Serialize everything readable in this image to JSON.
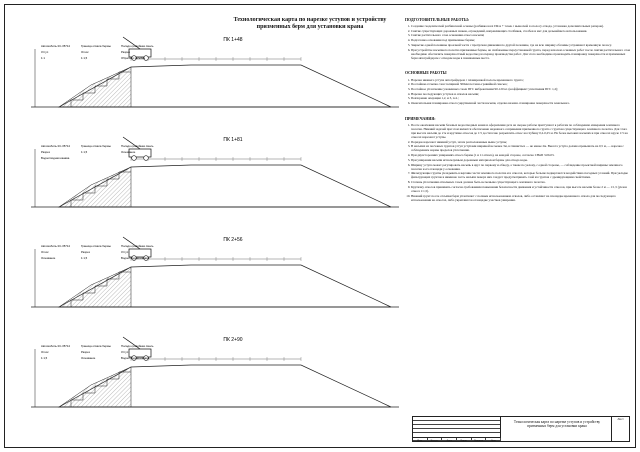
{
  "document": {
    "title": "Технологическая карта по нарезке уступов и устройству\nпризменных берм для установки крана",
    "sections": [
      {
        "pk": "ПК 1+48",
        "annotations": [
          "Автомобиль КС-35714",
          "Граница отвала бермы",
          "Посадо-гравийная смесь",
          "Уступ",
          "Откос",
          "Разрез",
          "1:1",
          "1:1,5",
          "Обратная засыпка"
        ]
      },
      {
        "pk": "ПК 1+81",
        "annotations": [
          "Автомобиль КС-35714",
          "Граница отвала бермы",
          "Посадо-гравийная смесь",
          "Разрез",
          "1:1,5",
          "Основание",
          "Водоотводная канава"
        ]
      },
      {
        "pk": "ПК 2+56",
        "annotations": [
          "Автомобиль КС-35714",
          "Граница отвала бермы",
          "Посадо-гравийная смесь",
          "Откос",
          "Разрез",
          "Уступ",
          "Основание",
          "1:1,5",
          "Водоотводная канава"
        ]
      },
      {
        "pk": "ПК 2+90",
        "annotations": [
          "Автомобиль КС-35714",
          "Граница отвала бермы",
          "Посадо-гравийная смесь",
          "Откос",
          "Разрез",
          "Уступ",
          "1:1,5",
          "Основание",
          "Водоотводная канава"
        ]
      }
    ],
    "prep_heading": "ПОДГОТОВИТЕЛЬНЫЕ РАБОТЫ:",
    "prep_items": [
      "Создание геодезической разбивочной основы (разбивка всех ПК и + точек с выноской за полосу отвода, установка дополнительных реперов).",
      "Снятие существующих дорожных знаков, ограждений, направляющих столбиков, столбов и мет для дальнейшего использования.",
      "Снятие растительного слоя основания откоса насыпи;",
      "Подготовка основания под призменные бермы;",
      "Закрытие одной половины проезжей части с пропуском движения по другой половине, где на всю ширину обочины устраивают временную полосу.",
      "При устройстве насыпного полотна призменные бермы, не снабжаемые переустановкой грунта, перед началом основных работ после снятия растительного слоя необходимо обеспечить поверхностный водоотвод на период производства работ. Для этого необходимо производить планировку поверхности и призменных берм автогрейдером с отводом воды в пониженные места."
    ],
    "main_heading": "ОСНОВНЫЕ РАБОТЫ",
    "main_items": [
      "Нарезка нижнего уступа автогрейдером с планировкой полосы временного грунта;",
      "Послойная отсыпка слоя толщиной 300мм песчано-гравийной смесью;",
      "Послойное уплотнение уложенных слоев ПГС виброкатками 90-120 кг. (коэффициент уплотнения ПГС 1,2);",
      "Нарезка последующих уступов и отвалов насыпи;",
      "Повторение операции 1,2, и 3, п.4.;",
      "Окончательная планировка откоса укрупненной части насыпи, отделка наземн. планировка поверхности земельного."
    ],
    "notes_heading": "ПРИМЕЧАНИЯ:",
    "notes_items": [
      "После окончания насыпи базовых водоотводных канав и оформления дета на скорые работы приступают к работам по соблюдению измерения земляного полотна. Нижний задачей при этом является обеспечение надежного сопряжения призменного грунта с грунтом существующего земляного полотна. Для этого при высоте насыпи до 2 м и крутизне откосов до 1:5 достаточно разрыхлить откос на глубину 0,2-0,25 м. На более высоких насыпях и при откосах круче 1:5 на откосах нарезают уступы.",
      "Порядок нарезают нижний уступ, затем расположенные выше уступы;",
      "В насыпях из песчаных грунтов уступ уступами шириной не менее 3м, в глинистых — не менее 2м. Высота уступа должна превышать на 0,5 м, — нарезка с соблюдением нормы пределов уплотнения.",
      "При двухсторонних уширениях откоса бермы (1 и 11 отвала), на каждой стороне, согласно СНиП 3.06.03.",
      "При уширении насыпи используемым дорожным материалом бермы для отвода воды.",
      "Ширину уступа может регулировать насыпь в ярус по первому и обводу, а также по уклону, с одной стороны, — соблюдение проектной ширины земляного полотна и его площади у основания.",
      "Фильтрующие грунты укладывать в верхние части земляного полотна и в откосах, которые больше подвергаются воздействию погодных условий. При укладке фильтрующих грунтов в нижнюю часть насыпи поверх них следует предусматривать слой из грунтов с дренирующими свойствами.",
      "Степень уплотнения отвальных слоев должна быть не меньше существующего земляного полотна.",
      "Крутизну откосов принимать согласно требованиям повышения безопасности движения и устойчивости откосов, при высоте насыпи более 2 м — 1:1,5 (уклон откоса 1:1,5).",
      "Нижний грунт после отсыпки берм уплотняют с полным использованием отвалов, либо оставляют на площадке временного отвала для последующего использования на откосах, либо укрепляют на площадке участков уширения."
    ],
    "stamp": {
      "name": "Технологическая карта по нарезке уступов и устройству призменных берм для установки крана",
      "cols": [
        "Изм.",
        "Кол.уч.",
        "Лист",
        "№док.",
        "Подпись",
        "Дата"
      ],
      "sheet_label": "Лист"
    }
  }
}
